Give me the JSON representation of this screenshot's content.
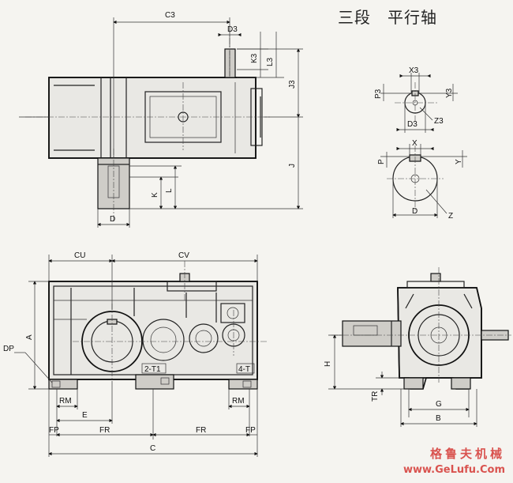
{
  "title": "三段　平行轴",
  "watermark": {
    "cn": "格鲁夫机械",
    "url": "www.GeLufu.Com"
  },
  "top_view_labels": {
    "C3": "C3",
    "D3": "D3",
    "K3": "K3",
    "L3": "L3",
    "J3": "J3",
    "J": "J",
    "K": "K",
    "L": "L",
    "D": "D"
  },
  "shaft_section_labels": {
    "X3": "X3",
    "P3": "P3",
    "Y3": "Y3",
    "D3": "D3",
    "Z3": "Z3",
    "X": "X",
    "P": "P",
    "Y": "Y",
    "D": "D",
    "Z": "Z"
  },
  "front_view_labels": {
    "CU": "CU",
    "CV": "CV",
    "A": "A",
    "DP": "DP",
    "RM_left": "RM",
    "RM_right": "RM",
    "E": "E",
    "FP_left": "FP",
    "FR_left": "FR",
    "FR_right": "FR",
    "FP_right": "FP",
    "C": "C",
    "T1": "2-T1",
    "T": "4-T"
  },
  "side_view_labels": {
    "H": "H",
    "TR": "TR",
    "G": "G",
    "B": "B"
  }
}
